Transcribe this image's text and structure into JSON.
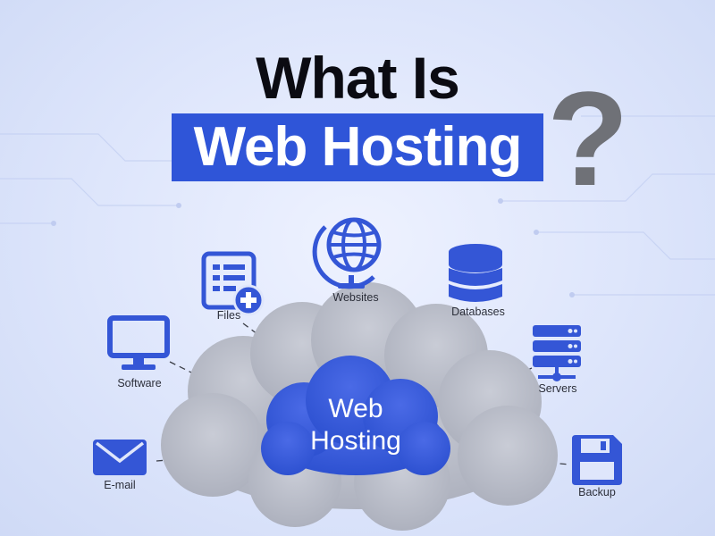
{
  "title": {
    "line1": "What Is",
    "line2": "Web Hosting",
    "mark": "?"
  },
  "center": {
    "line1": "Web",
    "line2": "Hosting"
  },
  "nodes": {
    "files": "Files",
    "websites": "Websites",
    "databases": "Databases",
    "software": "Software",
    "servers": "Servers",
    "email": "E-mail",
    "backup": "Backup"
  },
  "colors": {
    "accent": "#2f55d8",
    "icon": "#3456d6",
    "cloud_gray": "#b6bac6",
    "cloud_center": "#3559d9",
    "question_mark": "#6f7177"
  },
  "icons": {
    "files": "file-list-add-icon",
    "websites": "globe-icon",
    "databases": "database-icon",
    "software": "monitor-icon",
    "servers": "server-rack-icon",
    "email": "envelope-icon",
    "backup": "floppy-disk-icon"
  }
}
